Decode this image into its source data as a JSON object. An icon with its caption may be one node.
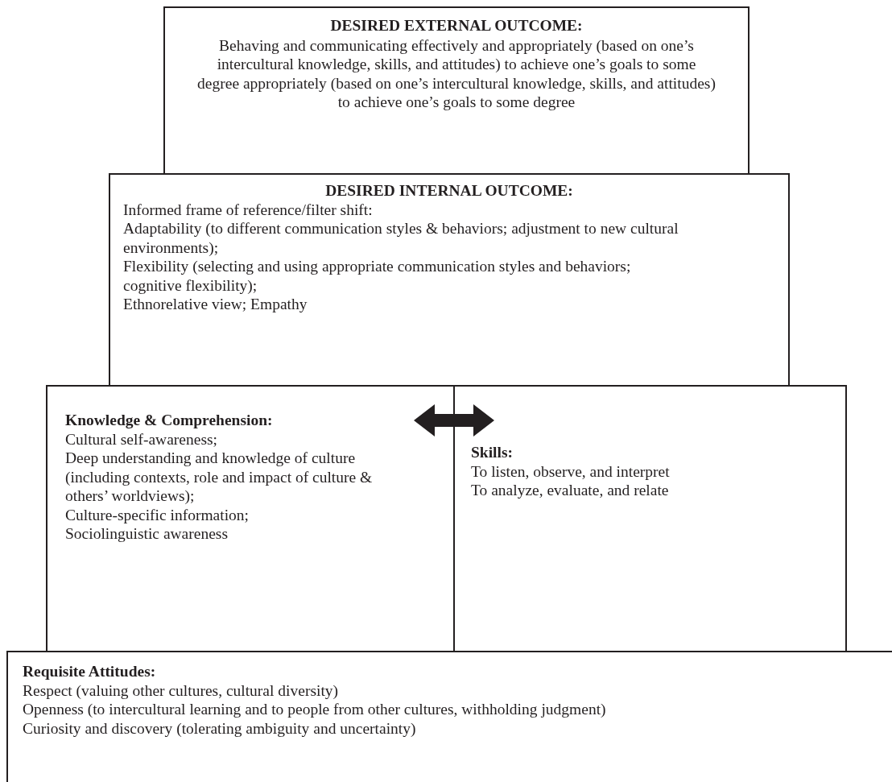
{
  "diagram": {
    "nodes": [
      {
        "text": [
          "DESIRED EXTERNAL OUTCOME:",
          "Behaving and communicating effectively and appropriately (based on one’s intercultural knowledge, skills, and attitudes) to achieve one’s goals to some degree appropriately (based on one’s intercultural knowledge, skills, and attitudes) to achieve one’s goals to some degree"
        ]
      },
      {
        "text": [
          "DESIRED INTERNAL OUTCOME:",
          "Informed frame of reference/filter shift:",
          "Adaptability (to different communication styles & behaviors; adjustment to new cultural environments);",
          "Flexibility (selecting and using appropriate communication styles and behaviors; cognitive flexibility);",
          "Ethnorelative view; Empathy"
        ]
      },
      {
        "text": [
          "Knowledge & Comprehension:",
          "Cultural self-awareness;",
          "Deep understanding and knowledge of culture (including contexts, role and impact of culture & others’ worldviews);",
          "Culture-specific information;",
          "Sociolinguistic awareness"
        ]
      },
      {
        "text": [
          "Skills:",
          "To listen, observe, and interpret",
          "To analyze, evaluate, and relate"
        ]
      },
      {
        "text": [
          "Requisite Attitudes:",
          "Respect (valuing other cultures, cultural diversity)",
          "Openness (to intercultural learning and to people from other cultures, withholding judgment)",
          "Curiosity and discovery (tolerating ambiguity and uncertainty)"
        ]
      }
    ],
    "edges": [
      {
        "from": 2,
        "to": 3,
        "arrow": "both"
      }
    ]
  }
}
